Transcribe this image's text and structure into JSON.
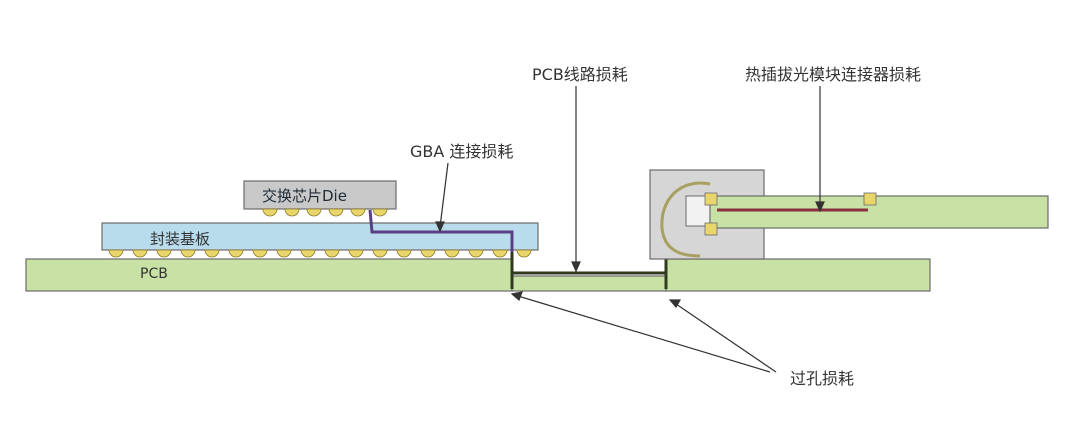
{
  "labels": {
    "die": "交换芯片Die",
    "substrate": "封装基板",
    "pcb": "PCB",
    "gba_loss": "GBA 连接损耗",
    "pcb_trace_loss": "PCB线路损耗",
    "connector_loss": "热插拔光模块连接器损耗",
    "via_loss": "过孔损耗"
  },
  "colors": {
    "pcb_fill": "#c8e2a6",
    "substrate_fill": "#b8dcec",
    "die_fill": "#c9c9c9",
    "solder_ball": "#e8d66a",
    "trace_purple": "#5a3f86",
    "trace_dark": "#2f3a1e",
    "connector_trace": "#8a2f3f",
    "cage_fill": "#d6d6d6",
    "outline": "#6b6b6b"
  }
}
